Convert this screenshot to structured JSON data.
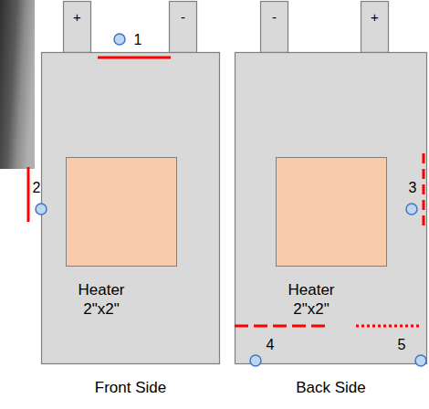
{
  "diagram": {
    "nodes": [
      {
        "text": [
          "+"
        ]
      },
      {
        "text": [
          "-"
        ]
      },
      {
        "text": [
          "Front Side"
        ]
      },
      {
        "text": [
          "Heater 2\"x2\""
        ],
        "in": 2
      },
      {
        "text": [
          "-"
        ]
      },
      {
        "text": [
          "+"
        ]
      },
      {
        "text": [
          "Back Side"
        ]
      },
      {
        "text": [
          "Heater 2\"x2\""
        ],
        "in": 6
      }
    ],
    "labels": [
      "1",
      "2",
      "3",
      "4",
      "5"
    ]
  }
}
